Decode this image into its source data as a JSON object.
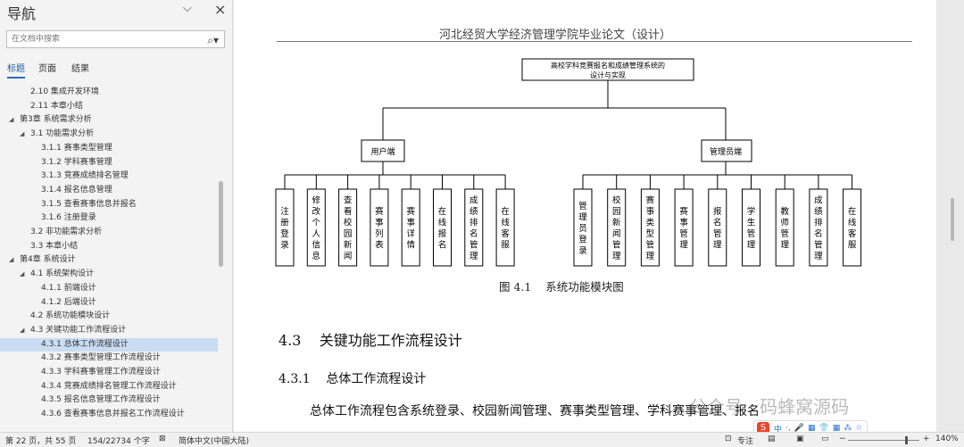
{
  "nav": {
    "title": "导航",
    "search_placeholder": "在文档中搜索",
    "tabs": [
      "标题",
      "页面",
      "结果"
    ],
    "items": [
      {
        "label": "2.10 集成开发环境",
        "level": 2,
        "caret": ""
      },
      {
        "label": "2.11 本章小结",
        "level": 2,
        "caret": ""
      },
      {
        "label": "第3章 系统需求分析",
        "level": 1,
        "caret": "◢"
      },
      {
        "label": "3.1 功能需求分析",
        "level": 2,
        "caret": "◢"
      },
      {
        "label": "3.1.1 赛事类型管理",
        "level": 3,
        "caret": ""
      },
      {
        "label": "3.1.2 学科赛事管理",
        "level": 3,
        "caret": ""
      },
      {
        "label": "3.1.3 竞赛成绩排名管理",
        "level": 3,
        "caret": ""
      },
      {
        "label": "3.1.4 报名信息管理",
        "level": 3,
        "caret": ""
      },
      {
        "label": "3.1.5 查看赛事信息并报名",
        "level": 3,
        "caret": ""
      },
      {
        "label": "3.1.6 注册登录",
        "level": 3,
        "caret": ""
      },
      {
        "label": "3.2 非功能需求分析",
        "level": 2,
        "caret": ""
      },
      {
        "label": "3.3 本章小结",
        "level": 2,
        "caret": ""
      },
      {
        "label": "第4章 系统设计",
        "level": 1,
        "caret": "◢"
      },
      {
        "label": "4.1 系统架构设计",
        "level": 2,
        "caret": "◢"
      },
      {
        "label": "4.1.1 前端设计",
        "level": 3,
        "caret": ""
      },
      {
        "label": "4.1.2 后端设计",
        "level": 3,
        "caret": ""
      },
      {
        "label": "4.2 系统功能模块设计",
        "level": 2,
        "caret": ""
      },
      {
        "label": "4.3 关键功能工作流程设计",
        "level": 2,
        "caret": "◢"
      },
      {
        "label": "4.3.1 总体工作流程设计",
        "level": 3,
        "caret": "",
        "selected": true
      },
      {
        "label": "4.3.2 赛事类型管理工作流程设计",
        "level": 3,
        "caret": ""
      },
      {
        "label": "4.3.3 学科赛事管理工作流程设计",
        "level": 3,
        "caret": ""
      },
      {
        "label": "4.3.4 竞赛成绩排名管理工作流程设计",
        "level": 3,
        "caret": ""
      },
      {
        "label": "4.3.5 报名信息管理工作流程设计",
        "level": 3,
        "caret": ""
      },
      {
        "label": "4.3.6 查看赛事信息并报名工作流程设计",
        "level": 3,
        "caret": ""
      }
    ]
  },
  "document": {
    "header": "河北经贸大学经济管理学院毕业论文（设计）",
    "diagram": {
      "root": "高校学科竞赛报名和成绩管理系统的设计与实现",
      "branches": [
        {
          "name": "用户端",
          "children": [
            "注册登录",
            "修改个人信息",
            "查看校园新闻",
            "赛事列表",
            "赛事详情",
            "在线报名",
            "成绩排名管理",
            "在线客服"
          ]
        },
        {
          "name": "管理员端",
          "children": [
            "管理员登录",
            "校园新闻管理",
            "赛事类型管理",
            "赛事管理",
            "报名管理",
            "学生管理",
            "教师管理",
            "成绩排名管理",
            "在线客服"
          ]
        }
      ]
    },
    "figure_caption": "图 4.1    系统功能模块图",
    "heading_section": "4.3    关键功能工作流程设计",
    "heading_subsection": "4.3.1    总体工作流程设计",
    "body_text": "总体工作流程包含系统登录、校园新闻管理、赛事类型管理、学科赛事管理、报名"
  },
  "watermark": "公众号 · 码蜂窝源码",
  "ime": {
    "logo": "S",
    "items": [
      "中",
      "·,",
      "🎤",
      "▦",
      "👕",
      "▦",
      "⁂",
      "☆"
    ]
  },
  "status": {
    "page": "第 22 页，共 55 页",
    "words": "154/22734 个字",
    "proof_icon": "proofing-icon",
    "language": "简体中文(中国大陆)",
    "focus": "专注",
    "zoom": "140%"
  }
}
